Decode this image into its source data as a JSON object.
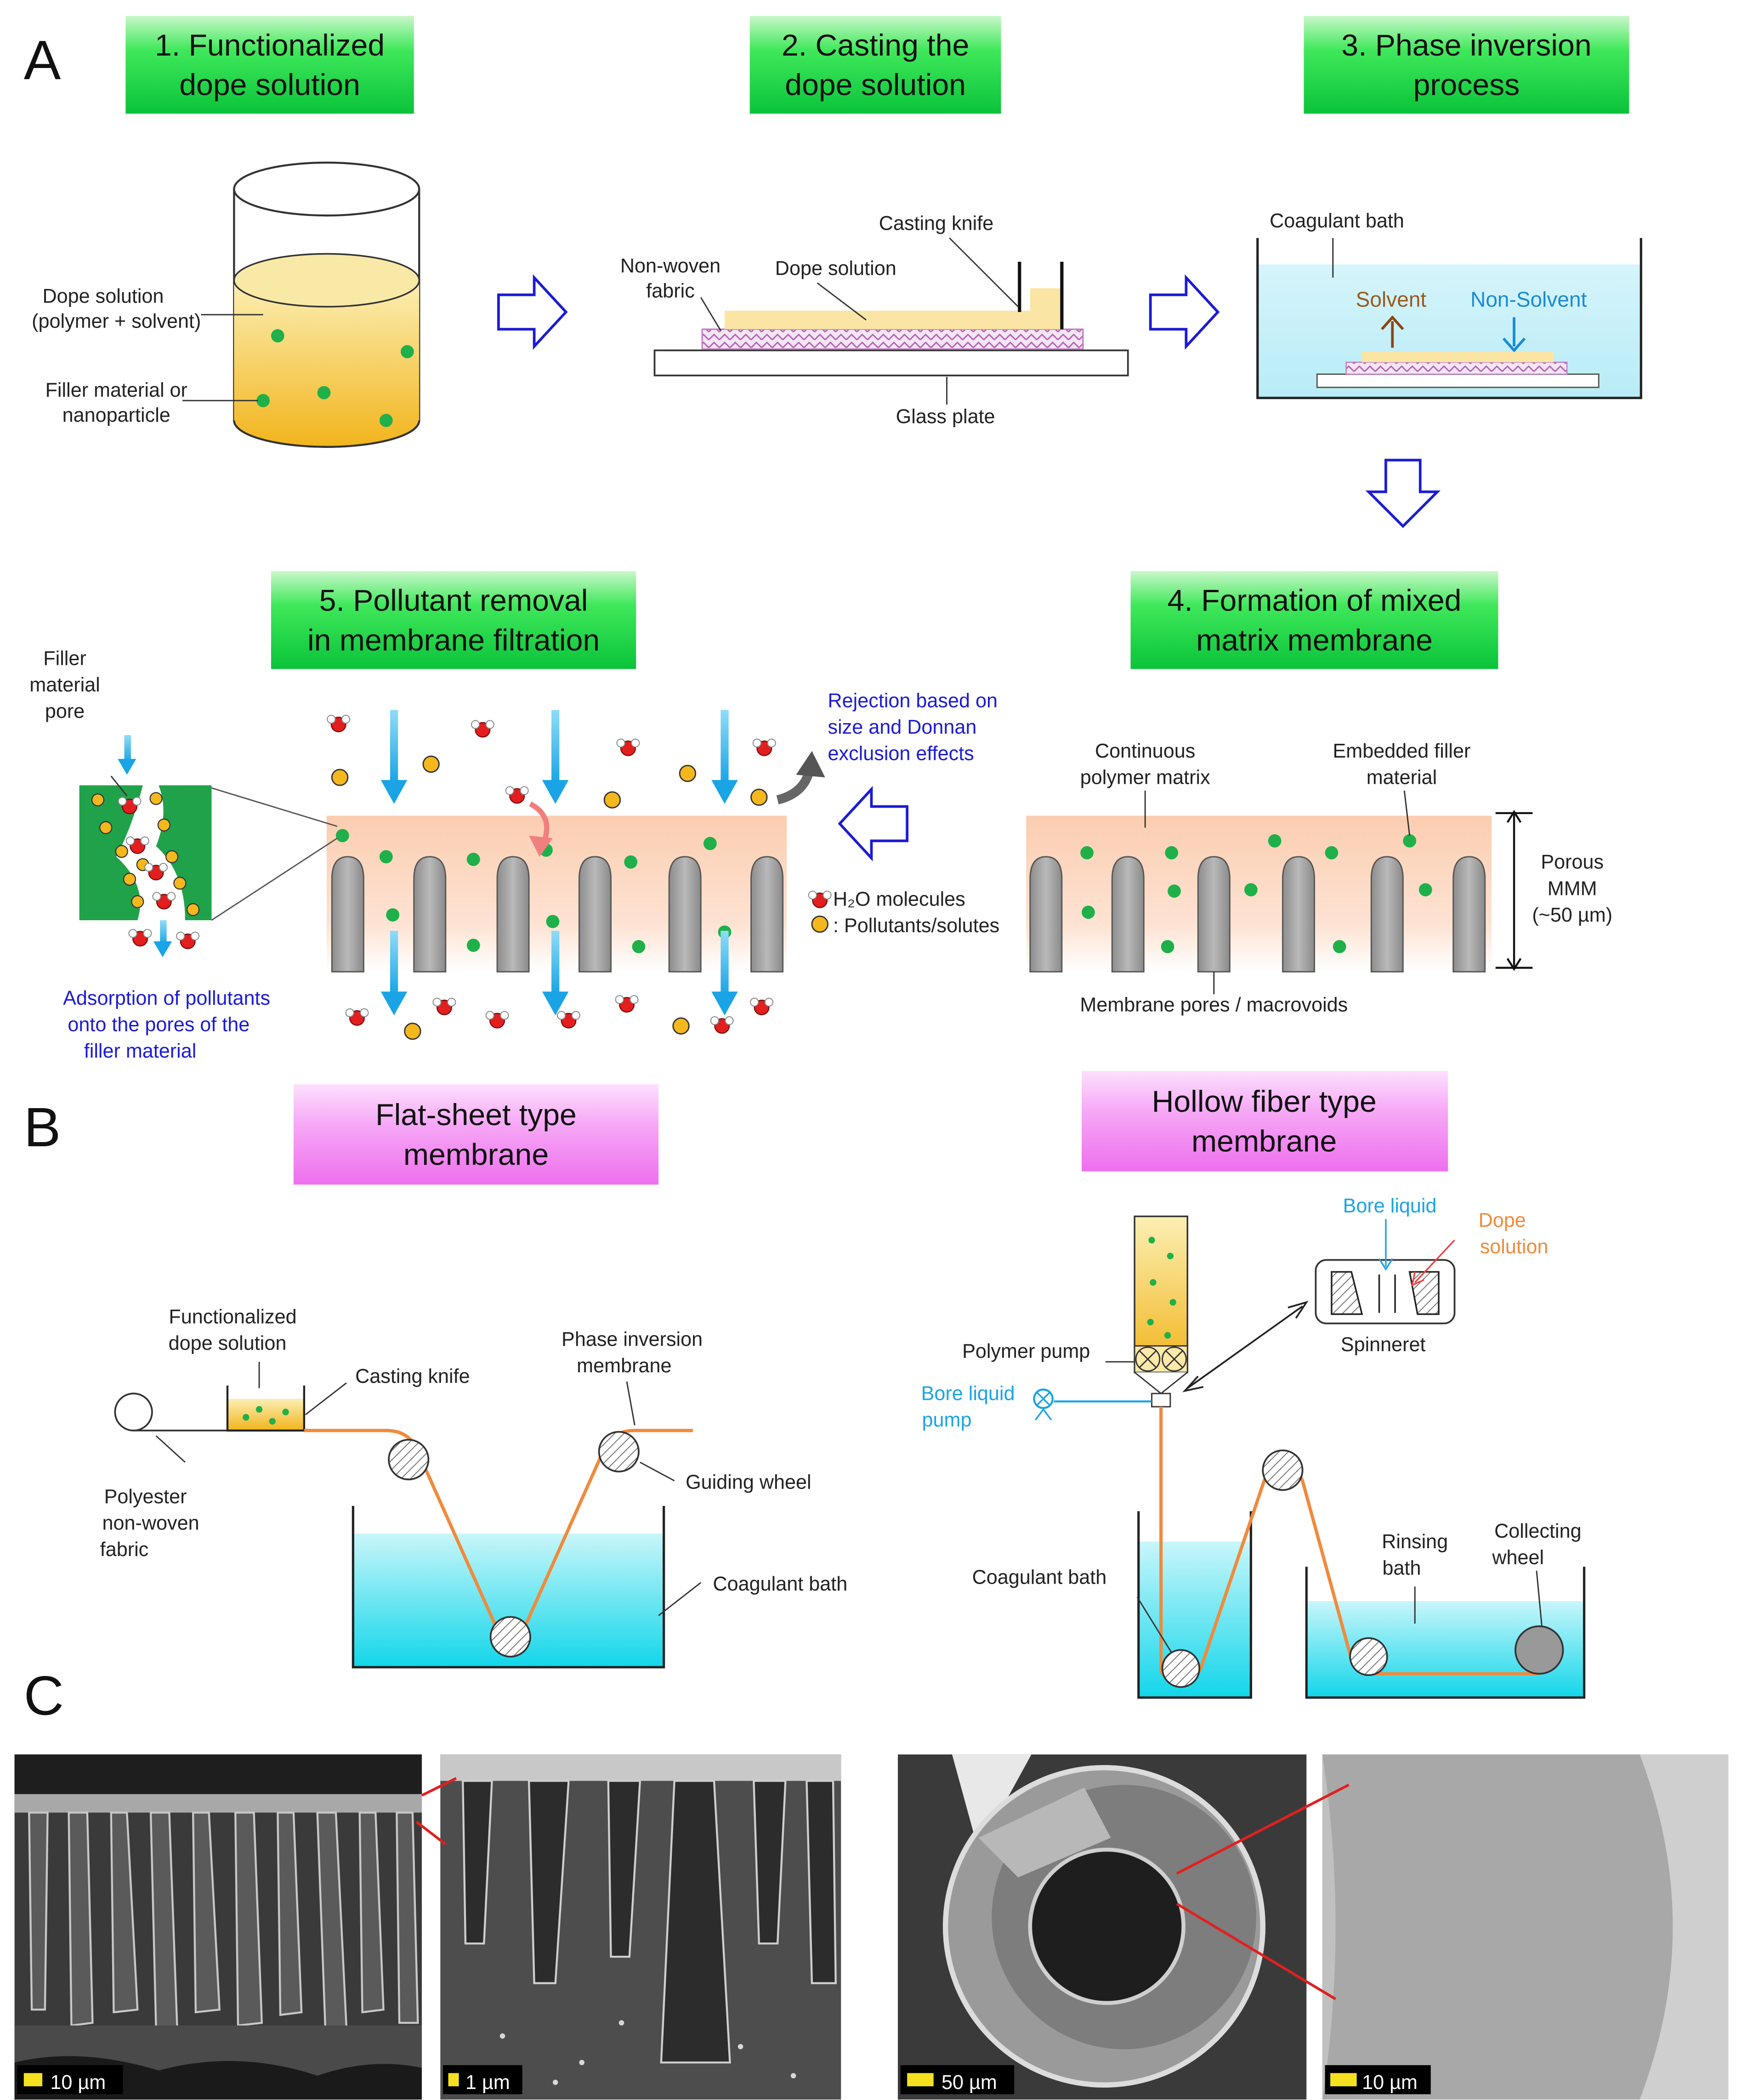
{
  "panel_labels": {
    "a": "A",
    "b": "B",
    "c": "C"
  },
  "steps": {
    "s1": [
      "1. Functionalized",
      "dope solution"
    ],
    "s2": [
      "2. Casting the",
      "dope solution"
    ],
    "s3": [
      "3. Phase inversion",
      "process"
    ],
    "s4": [
      "4. Formation of mixed",
      "matrix membrane"
    ],
    "s5": [
      "5. Pollutant removal",
      "in membrane filtration"
    ]
  },
  "beaker": {
    "dope_label": [
      "Dope solution",
      "(polymer + solvent)"
    ],
    "filler_label": [
      "Filler material or",
      "nanoparticle"
    ]
  },
  "casting": {
    "knife": "Casting knife",
    "nonwoven": [
      "Non-woven",
      "fabric"
    ],
    "dope": "Dope solution",
    "glass": "Glass plate"
  },
  "phase_inversion": {
    "bath": "Coagulant bath",
    "solvent": "Solvent",
    "nonsolvent": "Non-Solvent"
  },
  "mmm": {
    "continuous": [
      "Continuous",
      "polymer matrix"
    ],
    "embedded": [
      "Embedded filler",
      "material"
    ],
    "porous": [
      "Porous",
      "MMM",
      "(~50 µm)"
    ],
    "pores": "Membrane pores / macrovoids"
  },
  "filtration": {
    "filler_pore": [
      "Filler",
      "material",
      "pore"
    ],
    "rejection": [
      "Rejection based on",
      "size and Donnan",
      "exclusion effects"
    ],
    "legend_h2o": "H₂O molecules",
    "legend_pollutants": ": Pollutants/solutes",
    "adsorption": [
      "Adsorption of pollutants",
      "onto the pores of the",
      "filler material"
    ]
  },
  "flat_sheet": {
    "title": [
      "Flat-sheet type",
      "membrane"
    ],
    "functionalized": [
      "Functionalized",
      "dope solution"
    ],
    "casting_knife": "Casting knife",
    "phase_inversion": [
      "Phase inversion",
      "membrane"
    ],
    "polyester": [
      "Polyester",
      "non-woven",
      "fabric"
    ],
    "guiding_wheel": "Guiding wheel",
    "coagulant_bath": "Coagulant bath"
  },
  "hollow_fiber": {
    "title": [
      "Hollow fiber type",
      "membrane"
    ],
    "bore_liquid": "Bore liquid",
    "dope_solution": [
      "Dope",
      "solution"
    ],
    "spinneret": "Spinneret",
    "polymer_pump": "Polymer pump",
    "bore_pump": [
      "Bore liquid",
      "pump"
    ],
    "coagulant_bath": "Coagulant bath",
    "rinsing": [
      "Rinsing",
      "bath"
    ],
    "collecting": [
      "Collecting",
      "wheel"
    ]
  },
  "micrographs": {
    "scale1": "10 µm",
    "scale2": "1 µm",
    "scale3": "50 µm",
    "scale4": "10 µm"
  },
  "colors": {
    "step_green": "#22dd44",
    "title_pink": "#f07ff0",
    "accent_blue": "#1aa4e6",
    "dope_orange": "#f08a3c",
    "filler_green": "#1fb04a",
    "text_blue": "#1b1bd6"
  }
}
